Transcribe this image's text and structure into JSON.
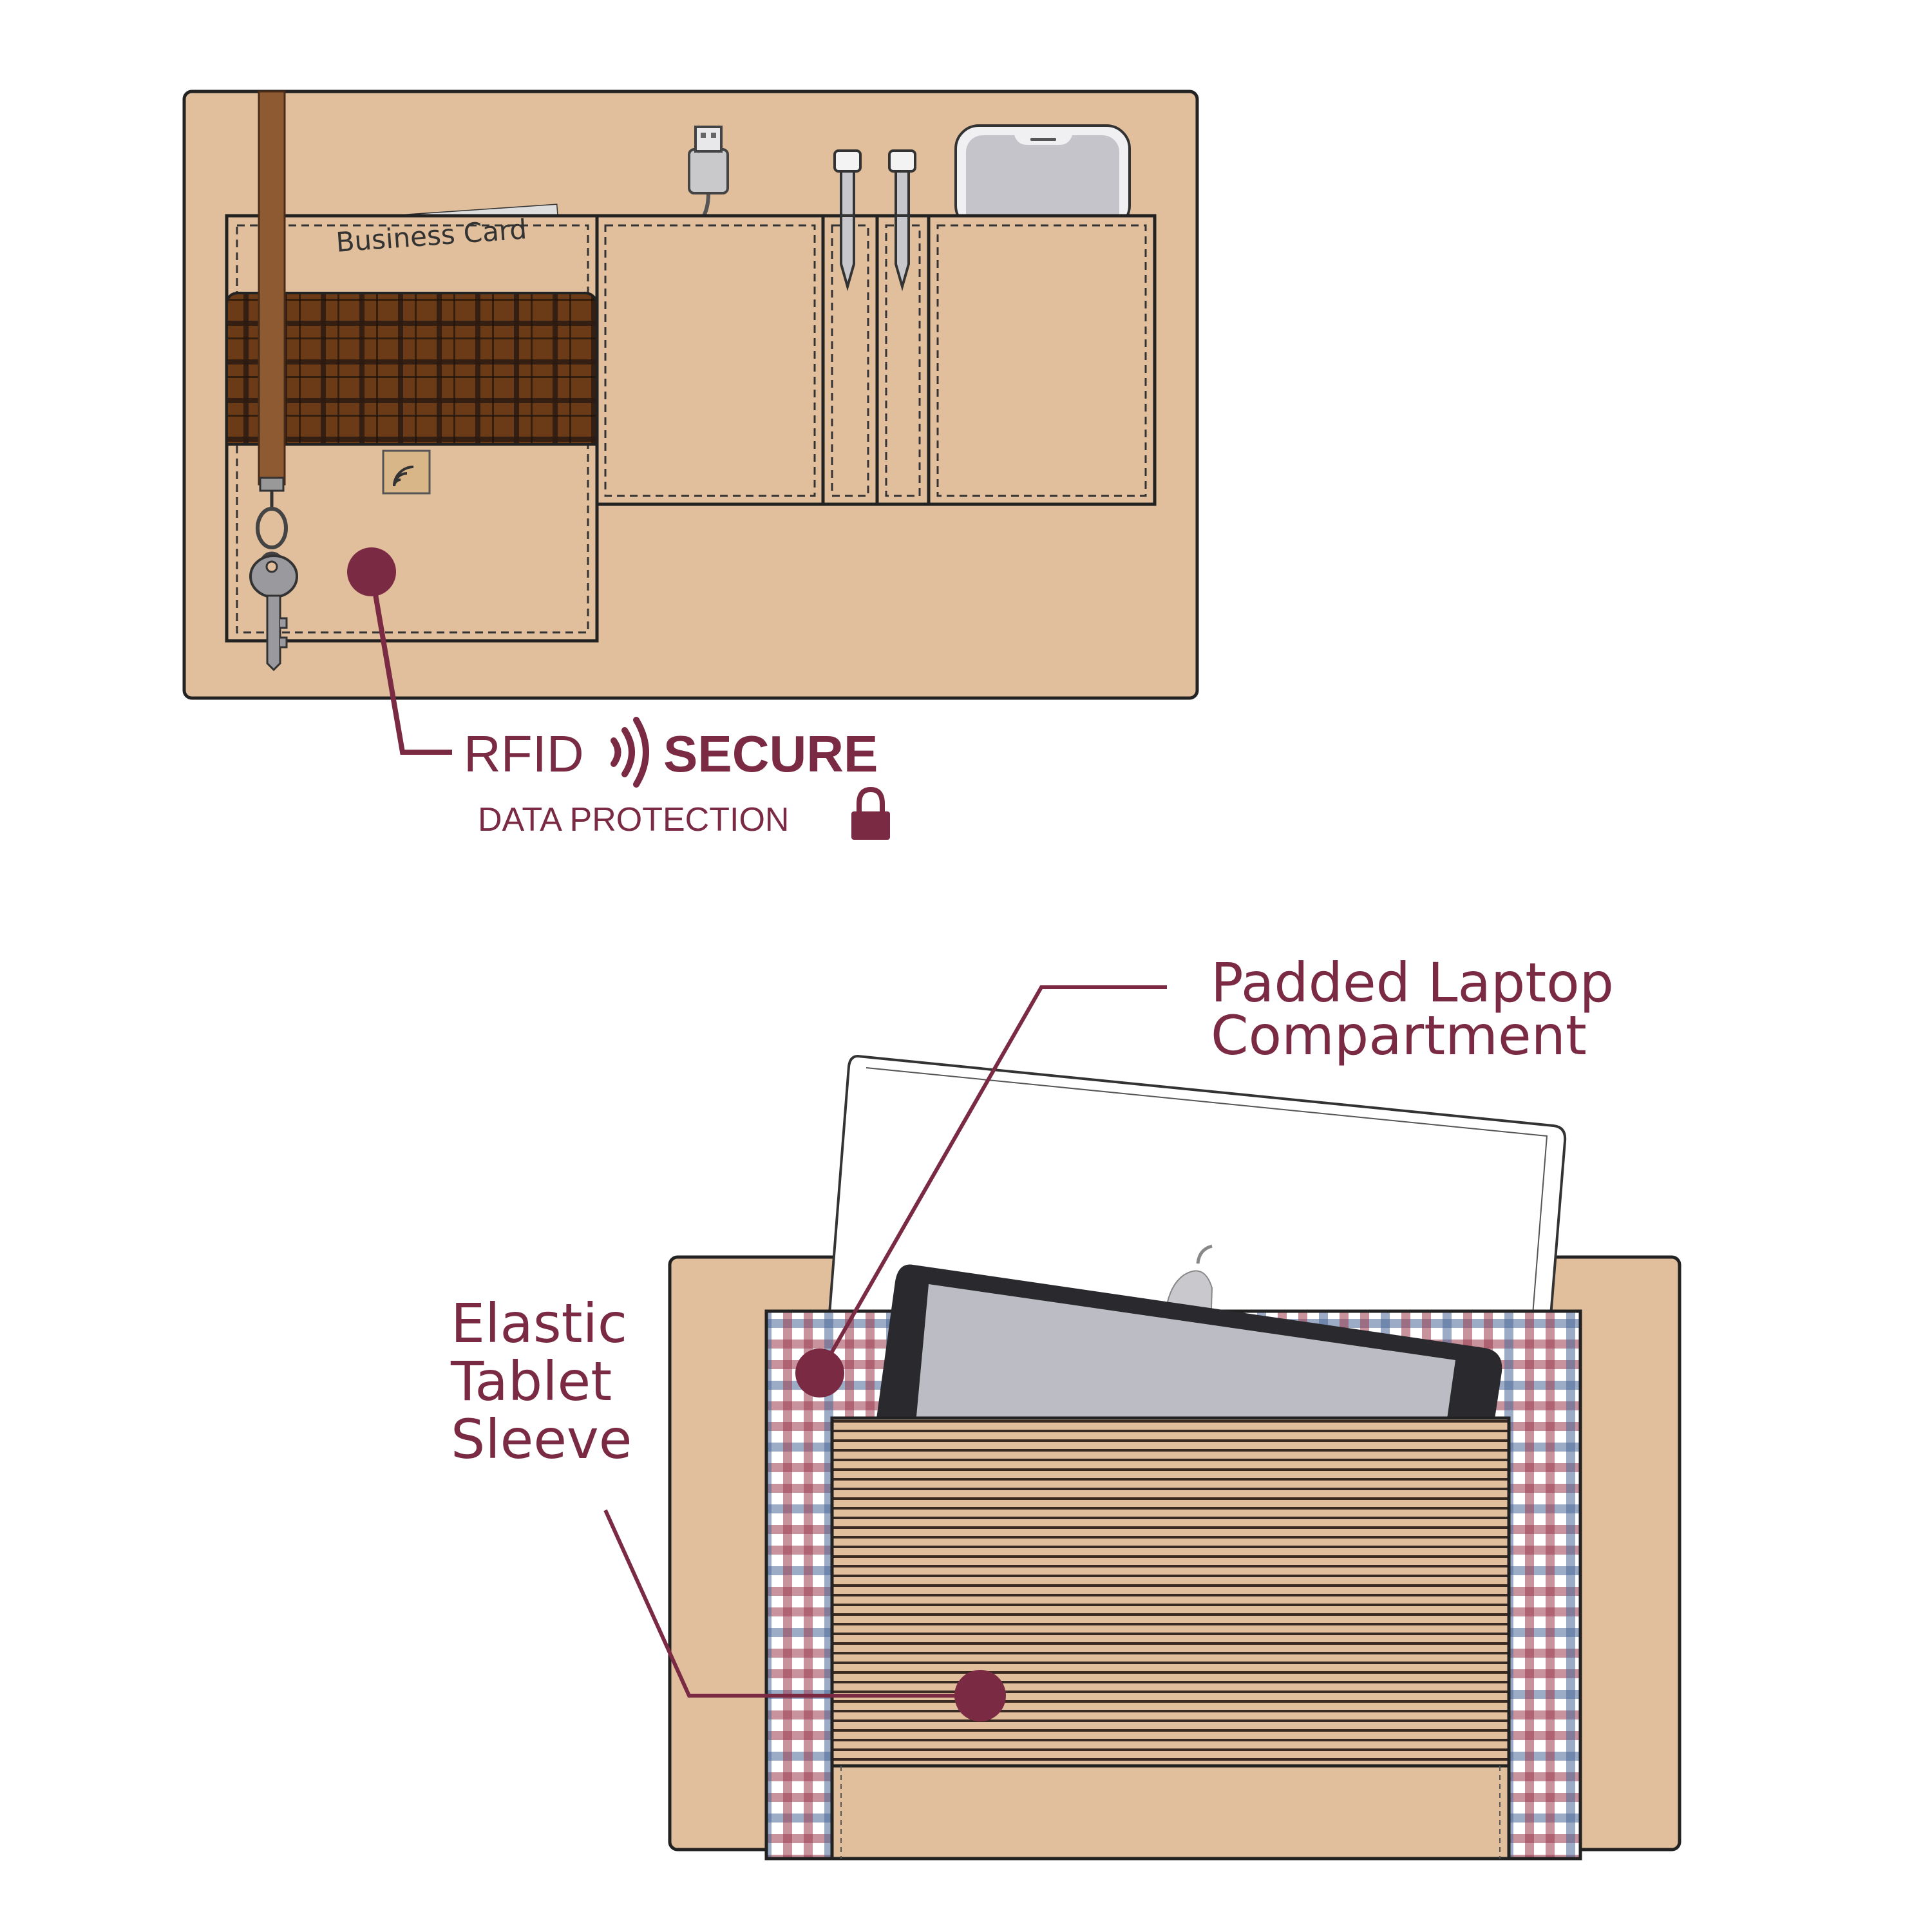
{
  "card": {
    "text": "Business Card"
  },
  "rfid": {
    "word": "RFID",
    "secure": "SECURE",
    "subtitle": "DATA PROTECTION",
    "signal_icon": "wireless-signal-icon",
    "lock_icon": "lock-icon"
  },
  "labels": {
    "laptop_line1": "Padded Laptop",
    "laptop_line2": "Compartment",
    "tablet_line1": "Elastic",
    "tablet_line2": "Tablet",
    "tablet_line3": "Sleeve"
  },
  "colors": {
    "felt": "#e1bf9c",
    "accent": "#7b2a43",
    "strap": "#8e5a32",
    "plaid_brown": "#6b3b17",
    "gingham_red": "#9a3a4c",
    "gingham_blue": "#4a6896",
    "tablet_screen": "#bcbcc4",
    "phone_screen": "#c4c4ca"
  }
}
